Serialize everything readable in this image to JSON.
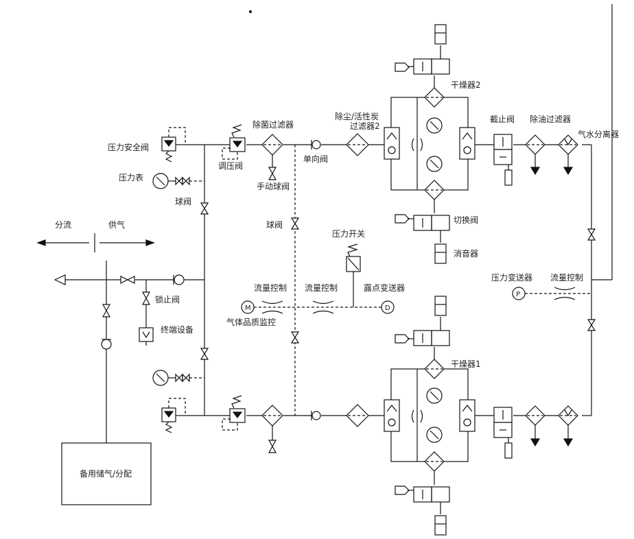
{
  "labels": {
    "pressure_safety_valve": "压力安全阀",
    "pressure_gauge": "压力表",
    "ball_valve_left": "球阀",
    "regulator_valve": "调压阀",
    "sterile_filter": "除菌过滤器",
    "manual_ball_valve": "手动球阀",
    "check_valve": "单向阀",
    "dust_carbon_filter": "除尘/活性炭",
    "filter_2": "过滤器2",
    "dryer_2": "干燥器2",
    "shutoff_valve": "截止阀",
    "oil_filter": "除油过滤器",
    "air_water_separator": "气水分离器",
    "switch_valve": "切换阀",
    "muffler": "消音器",
    "ball_valve_mid": "球阀",
    "pressure_switch": "压力开关",
    "flow_control_1": "流量控制",
    "flow_control_2": "流量控制",
    "dew_point_transmitter": "露点变送器",
    "gas_quality_monitor": "气体品质监控",
    "pressure_transmitter": "压力变送器",
    "flow_control_right": "流量控制",
    "diverge": "分流",
    "supply": "供气",
    "lock_valve": "锁止阀",
    "terminal_device": "终端设备",
    "dryer_1": "干燥器1",
    "backup_storage": "备用储气/分配"
  },
  "symbols": {
    "monitor_letter": "M",
    "dew_letter": "D",
    "pressure_letter": "P"
  }
}
